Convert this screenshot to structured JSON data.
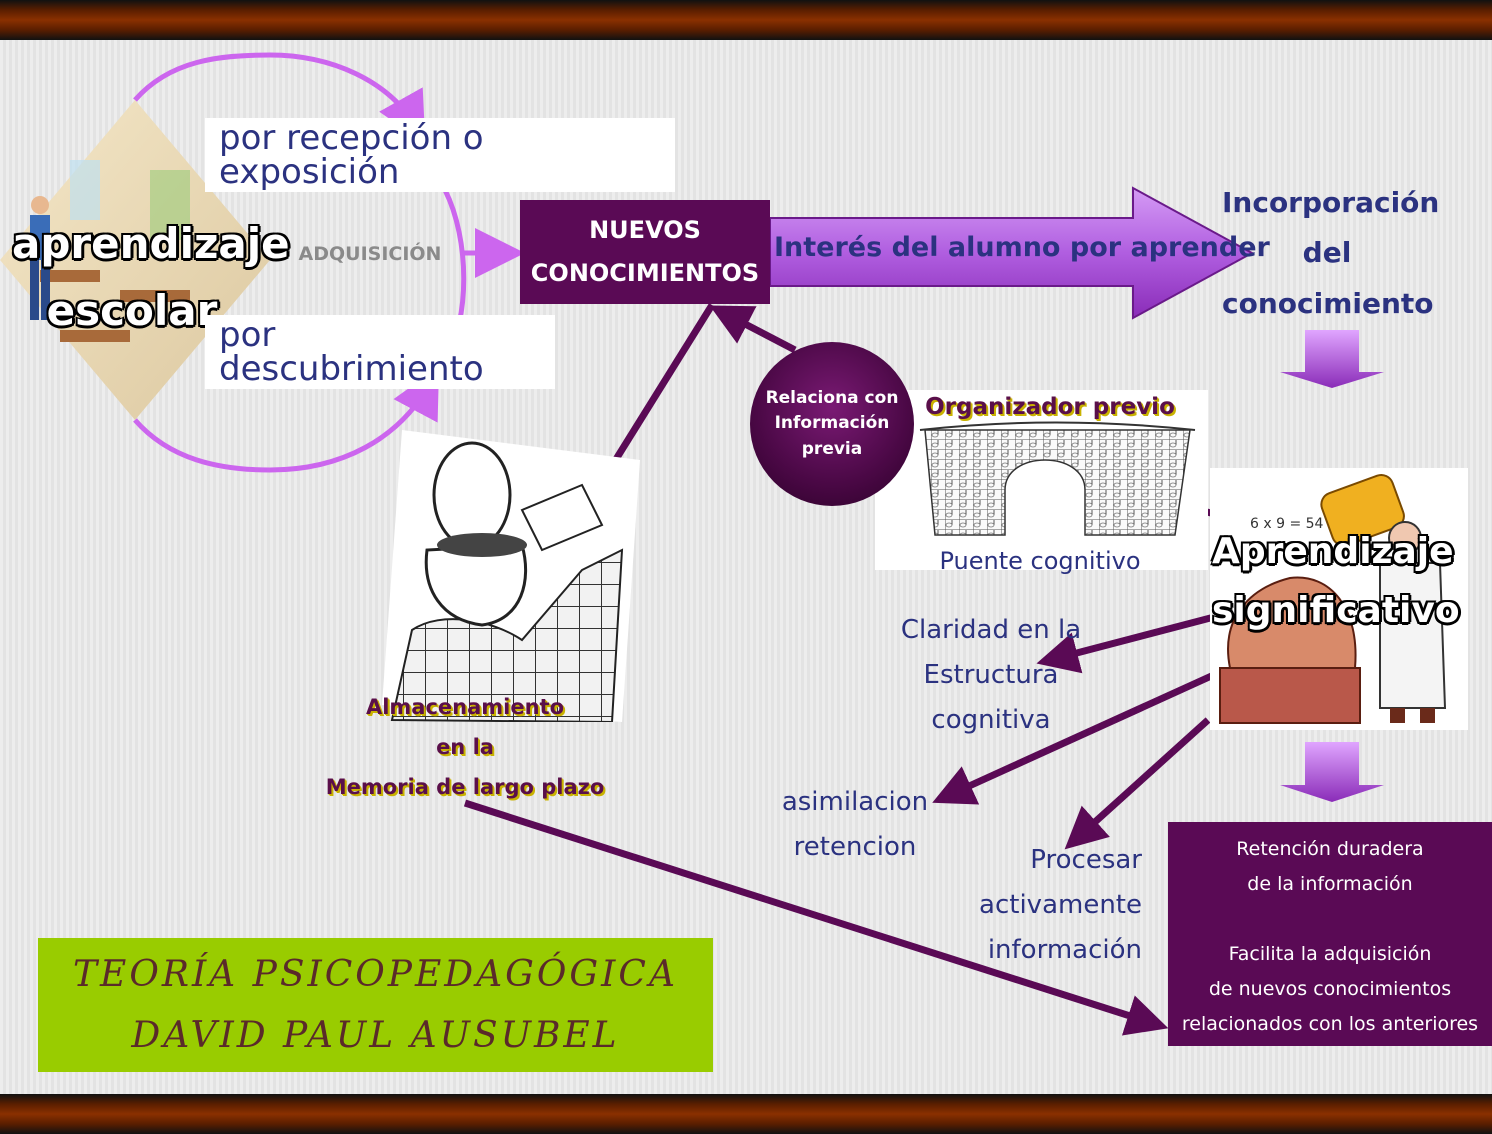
{
  "left": {
    "title_line1": "aprendizaje",
    "title_line2": "escolar",
    "reception": "por recepción o exposición",
    "discovery": "por descubrimiento",
    "acquisition": "ADQUISICIÓN"
  },
  "center": {
    "new_line1": "NUEVOS",
    "new_line2": "CONOCIMIENTOS",
    "interest": "Interés del alumno por aprender",
    "relates_line1": "Relaciona con",
    "relates_line2": "Información",
    "relates_line3": "previa",
    "organizer": "Organizador previo",
    "bridge": "Puente cognitivo"
  },
  "right": {
    "incorporation_line1": "Incorporación",
    "incorporation_line2": "del",
    "incorporation_line3": "conocimiento",
    "meaningful_line1": "Aprendizaje",
    "meaningful_line2": "significativo",
    "clarity_line1": "Claridad en la",
    "clarity_line2": "Estructura",
    "clarity_line3": "cognitiva",
    "assim_line1": "asimilacion",
    "assim_line2": "retencion",
    "process_line1": "Procesar",
    "process_line2": "activamente",
    "process_line3": "información",
    "result_line1": "Retención duradera",
    "result_line2": "de la información",
    "result_line3": "Facilita la adquisición",
    "result_line4": "de nuevos conocimientos",
    "result_line5": "relacionados con los anteriores"
  },
  "memory": {
    "line1": "Almacenamiento",
    "line2": "en la",
    "line3": "Memoria de largo plazo"
  },
  "footer": {
    "theory": "TEORÍA PSICOPEDAGÓGICA",
    "author": "DAVID PAUL AUSUBEL"
  },
  "colors": {
    "purple_dark": "#5a0a55",
    "lilac": "#cc66ee",
    "text_blue": "#2b3280",
    "green": "#99cc00",
    "bar_brown": "#7a2a00"
  }
}
